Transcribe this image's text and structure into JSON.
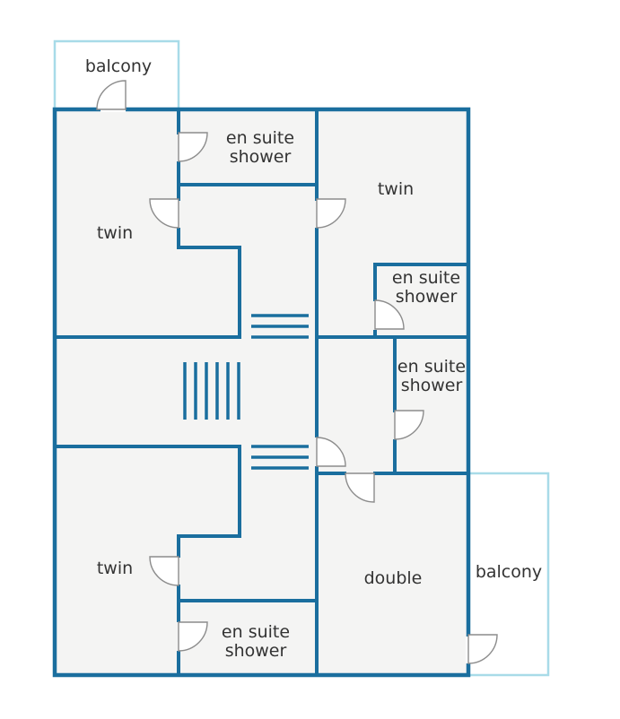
{
  "rooms": {
    "balcony_top": "balcony",
    "twin_top_left": "twin",
    "ensuite_top_left": [
      "en suite",
      "shower"
    ],
    "twin_top_right": "twin",
    "ensuite_right_upper": [
      "en suite",
      "shower"
    ],
    "ensuite_right_mid": [
      "en suite",
      "shower"
    ],
    "twin_bottom_left": "twin",
    "ensuite_bottom": [
      "en suite",
      "shower"
    ],
    "double": "double",
    "balcony_right": "balcony"
  },
  "colors": {
    "wall": "#1a6e9e",
    "floor": "#f4f4f3",
    "balcony_outline": "#a8dbe8",
    "door": "#8c8c8c",
    "label": "#333333"
  }
}
